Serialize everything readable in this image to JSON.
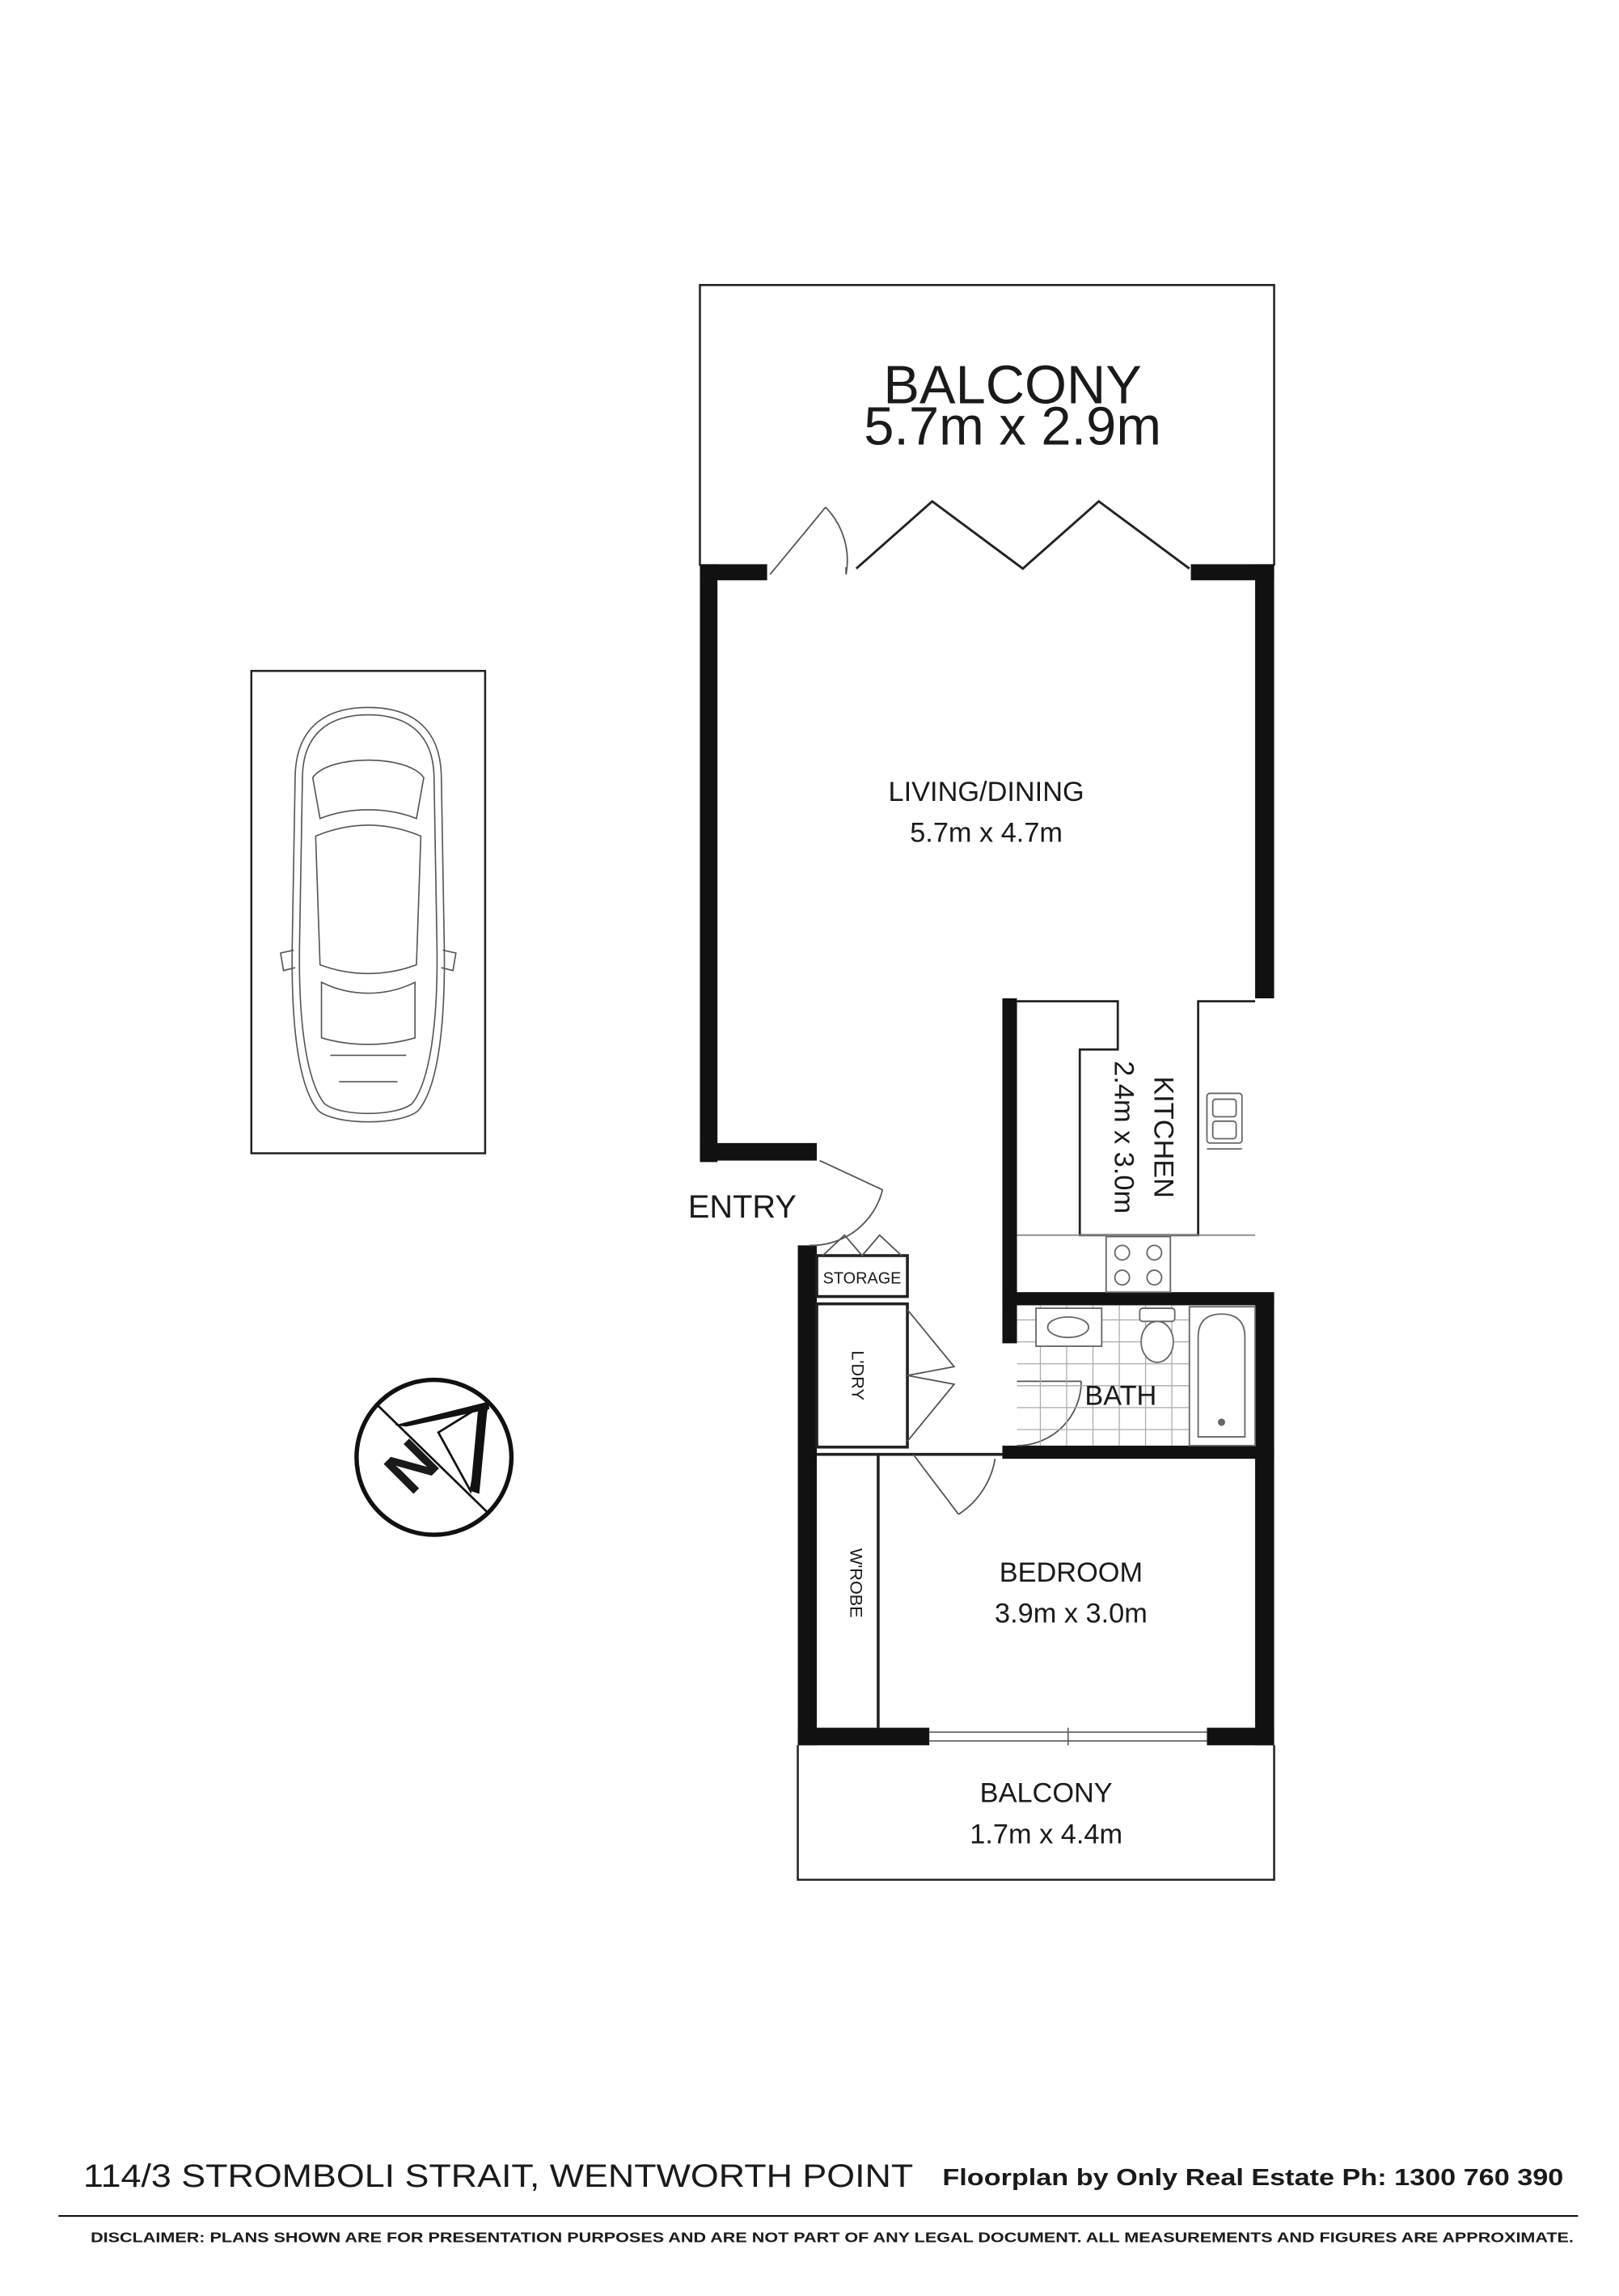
{
  "rooms": {
    "balcony_top": {
      "name": "BALCONY",
      "size": "5.7m x 2.9m"
    },
    "living": {
      "name": "LIVING/DINING",
      "size": "5.7m x 4.7m"
    },
    "kitchen": {
      "name": "KITCHEN",
      "size": "2.4m x 3.0m"
    },
    "bath": {
      "name": "BATH"
    },
    "storage": {
      "name": "STORAGE"
    },
    "laundry": {
      "name": "L'DRY"
    },
    "wardrobe": {
      "name": "W'ROBE"
    },
    "bedroom": {
      "name": "BEDROOM",
      "size": "3.9m x 3.0m"
    },
    "balcony_bottom": {
      "name": "BALCONY",
      "size": "1.7m x 4.4m"
    }
  },
  "entry_label": "ENTRY",
  "compass_letter": "N",
  "footer": {
    "address": "114/3 STROMBOLI STRAIT, WENTWORTH POINT",
    "credit": "Floorplan by Only Real Estate Ph: 1300 760 390",
    "disclaimer": "DISCLAIMER: PLANS SHOWN ARE FOR PRESENTATION PURPOSES AND ARE NOT PART OF ANY LEGAL DOCUMENT. ALL MEASUREMENTS AND FIGURES ARE APPROXIMATE."
  },
  "colors": {
    "wall": "#111111",
    "line": "#222222",
    "fixture": "#777777",
    "background": "#ffffff"
  },
  "icons": [
    "car-icon",
    "north-arrow-icon",
    "sink-icon",
    "toilet-icon",
    "bathtub-icon",
    "cooktop-icon",
    "door-swing-icon"
  ]
}
